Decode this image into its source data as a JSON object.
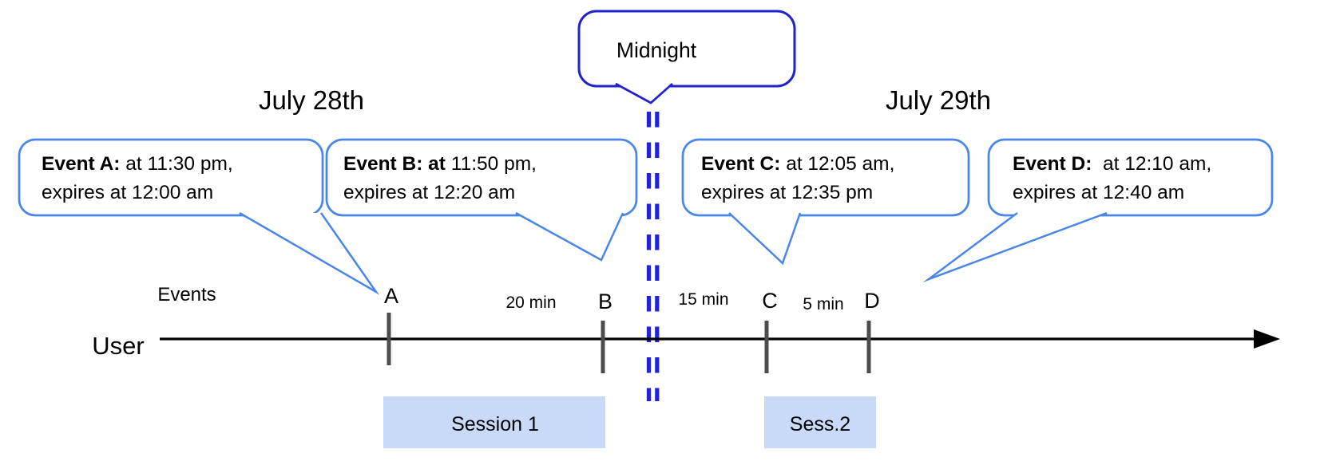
{
  "dates": {
    "left": "July 28th",
    "right": "July 29th"
  },
  "midnight": {
    "label": "Midnight"
  },
  "axis": {
    "events_label": "Events",
    "user_label": "User"
  },
  "callouts": [
    {
      "letter": "A",
      "bold": "Event A: ",
      "line1": "at 11:30 pm,",
      "line2": "expires at 12:00 am"
    },
    {
      "letter": "B",
      "bold": "Event B: at ",
      "line1": "11:50 pm,",
      "line2": "expires at 12:20 am"
    },
    {
      "letter": "C",
      "bold": "Event C: ",
      "line1": "at 12:05 am,",
      "line2": "expires at 12:35 pm"
    },
    {
      "letter": "D",
      "bold": "Event D:  ",
      "line1": "at 12:10 am,",
      "line2": "expires at 12:40 am"
    }
  ],
  "intervals": [
    "20 min",
    "15 min",
    "5 min"
  ],
  "sessions": [
    {
      "label": "Session 1"
    },
    {
      "label": "Sess.2"
    }
  ],
  "colors": {
    "callout_border": "#4a86e8",
    "midnight_border": "#2121cf",
    "dash": "#2222dd",
    "session_fill": "#c9daf8",
    "tick": "#4d4d4d"
  }
}
